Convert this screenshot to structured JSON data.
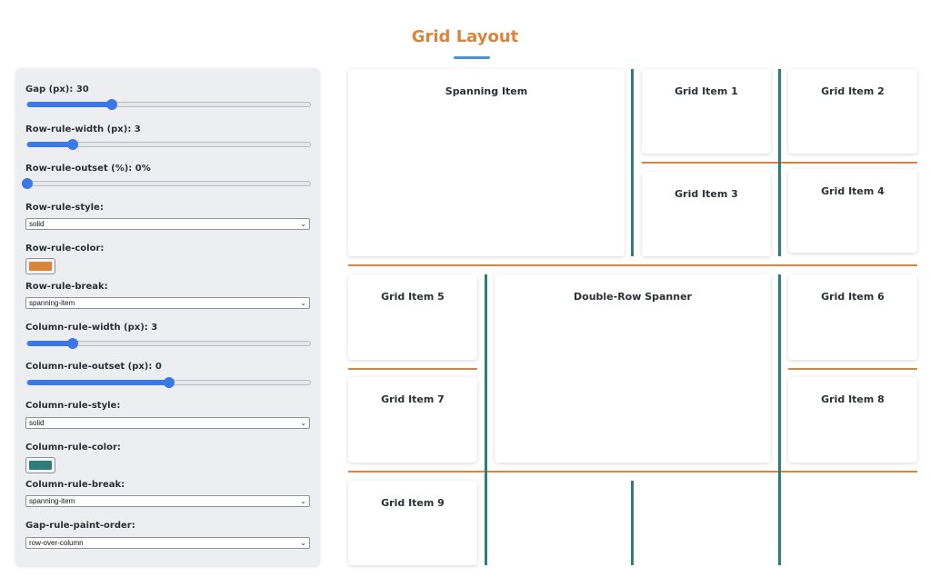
{
  "page": {
    "title": "Grid Layout"
  },
  "controls": {
    "gap": {
      "label": "Gap (px): 30",
      "value": 30,
      "fraction": 0.3
    },
    "row_rule_width": {
      "label": "Row-rule-width (px): 3",
      "value": 3,
      "fraction": 0.16
    },
    "row_rule_outset": {
      "label": "Row-rule-outset (%): 0%",
      "value": 0,
      "fraction": 0.0
    },
    "row_rule_style": {
      "label": "Row-rule-style:",
      "selected": "solid"
    },
    "row_rule_color": {
      "label": "Row-rule-color:",
      "color": "#d9833b"
    },
    "row_rule_break": {
      "label": "Row-rule-break:",
      "selected": "spanning-item"
    },
    "column_rule_width": {
      "label": "Column-rule-width (px): 3",
      "value": 3,
      "fraction": 0.16
    },
    "column_rule_outset": {
      "label": "Column-rule-outset (px): 0",
      "value": 0,
      "fraction": 0.5
    },
    "column_rule_style": {
      "label": "Column-rule-style:",
      "selected": "solid"
    },
    "column_rule_color": {
      "label": "Column-rule-color:",
      "color": "#2f7d7a"
    },
    "column_rule_break": {
      "label": "Column-rule-break:",
      "selected": "spanning-item"
    },
    "gap_rule_paint_order": {
      "label": "Gap-rule-paint-order:",
      "selected": "row-over-column"
    }
  },
  "grid": {
    "items": {
      "spanning": "Spanning Item",
      "item1": "Grid Item 1",
      "item2": "Grid Item 2",
      "item3": "Grid Item 3",
      "item4": "Grid Item 4",
      "item5": "Grid Item 5",
      "double_row": "Double-Row Spanner",
      "item6": "Grid Item 6",
      "item7": "Grid Item 7",
      "item8": "Grid Item 8",
      "item9": "Grid Item 9"
    }
  },
  "colors": {
    "accent": "#d9833b",
    "underline": "#4a90d9",
    "slider": "#3a78e6",
    "column_rule": "#2f7d7a"
  }
}
